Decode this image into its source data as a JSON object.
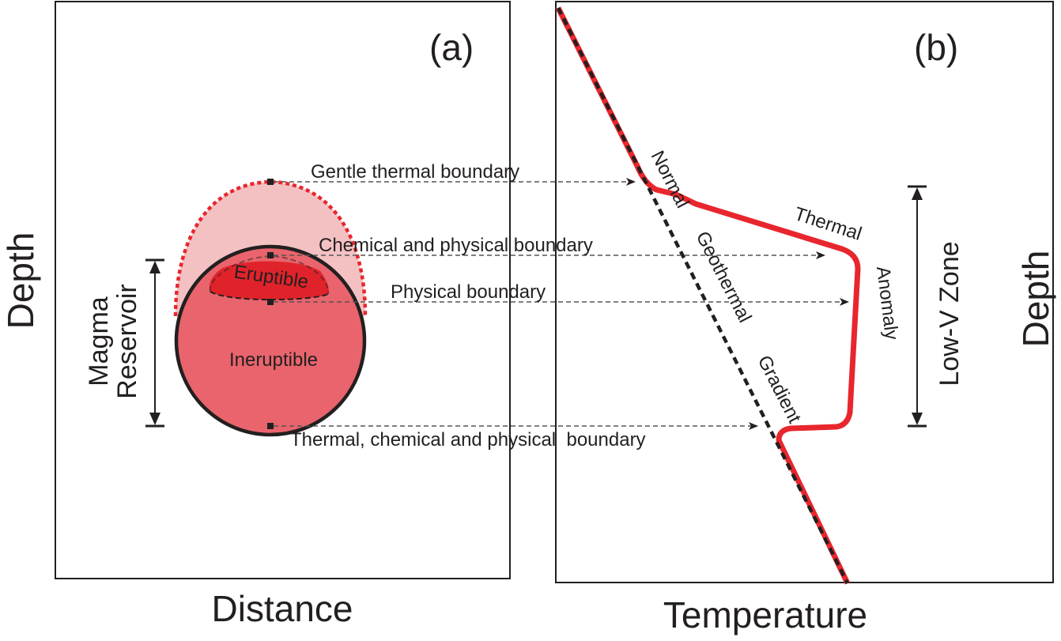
{
  "colors": {
    "frame": "#231f20",
    "gentle_zone_fill": "#f4c1c3",
    "reservoir_fill": "#e9646d",
    "eruptible_fill": "#e0232b",
    "thermal_red": "#e8262d",
    "boundary_dash": "#555555"
  },
  "panel_a": {
    "tag": "(a)",
    "xlabel": "Distance",
    "ylabel": "Depth",
    "reservoir_label_line1": "Magma",
    "reservoir_label_line2": "Reservoir",
    "eruptible_label": "Eruptible",
    "ineruptible_label": "Ineruptible"
  },
  "panel_b": {
    "tag": "(b)",
    "xlabel": "Temperature",
    "ylabel": "Depth",
    "normal_gradient_words": [
      "Normal",
      "Geothermal",
      "Gradient"
    ],
    "thermal_anomaly_words": [
      "Thermal",
      "Anomaly"
    ],
    "low_v_zone": "Low-V Zone"
  },
  "boundaries": {
    "gentle_thermal": "Gentle thermal boundary",
    "chemical_physical": "Chemical and physical boundary",
    "physical": "Physical boundary",
    "thermal_chemical_physical": "Thermal, chemical and physical  boundary"
  }
}
